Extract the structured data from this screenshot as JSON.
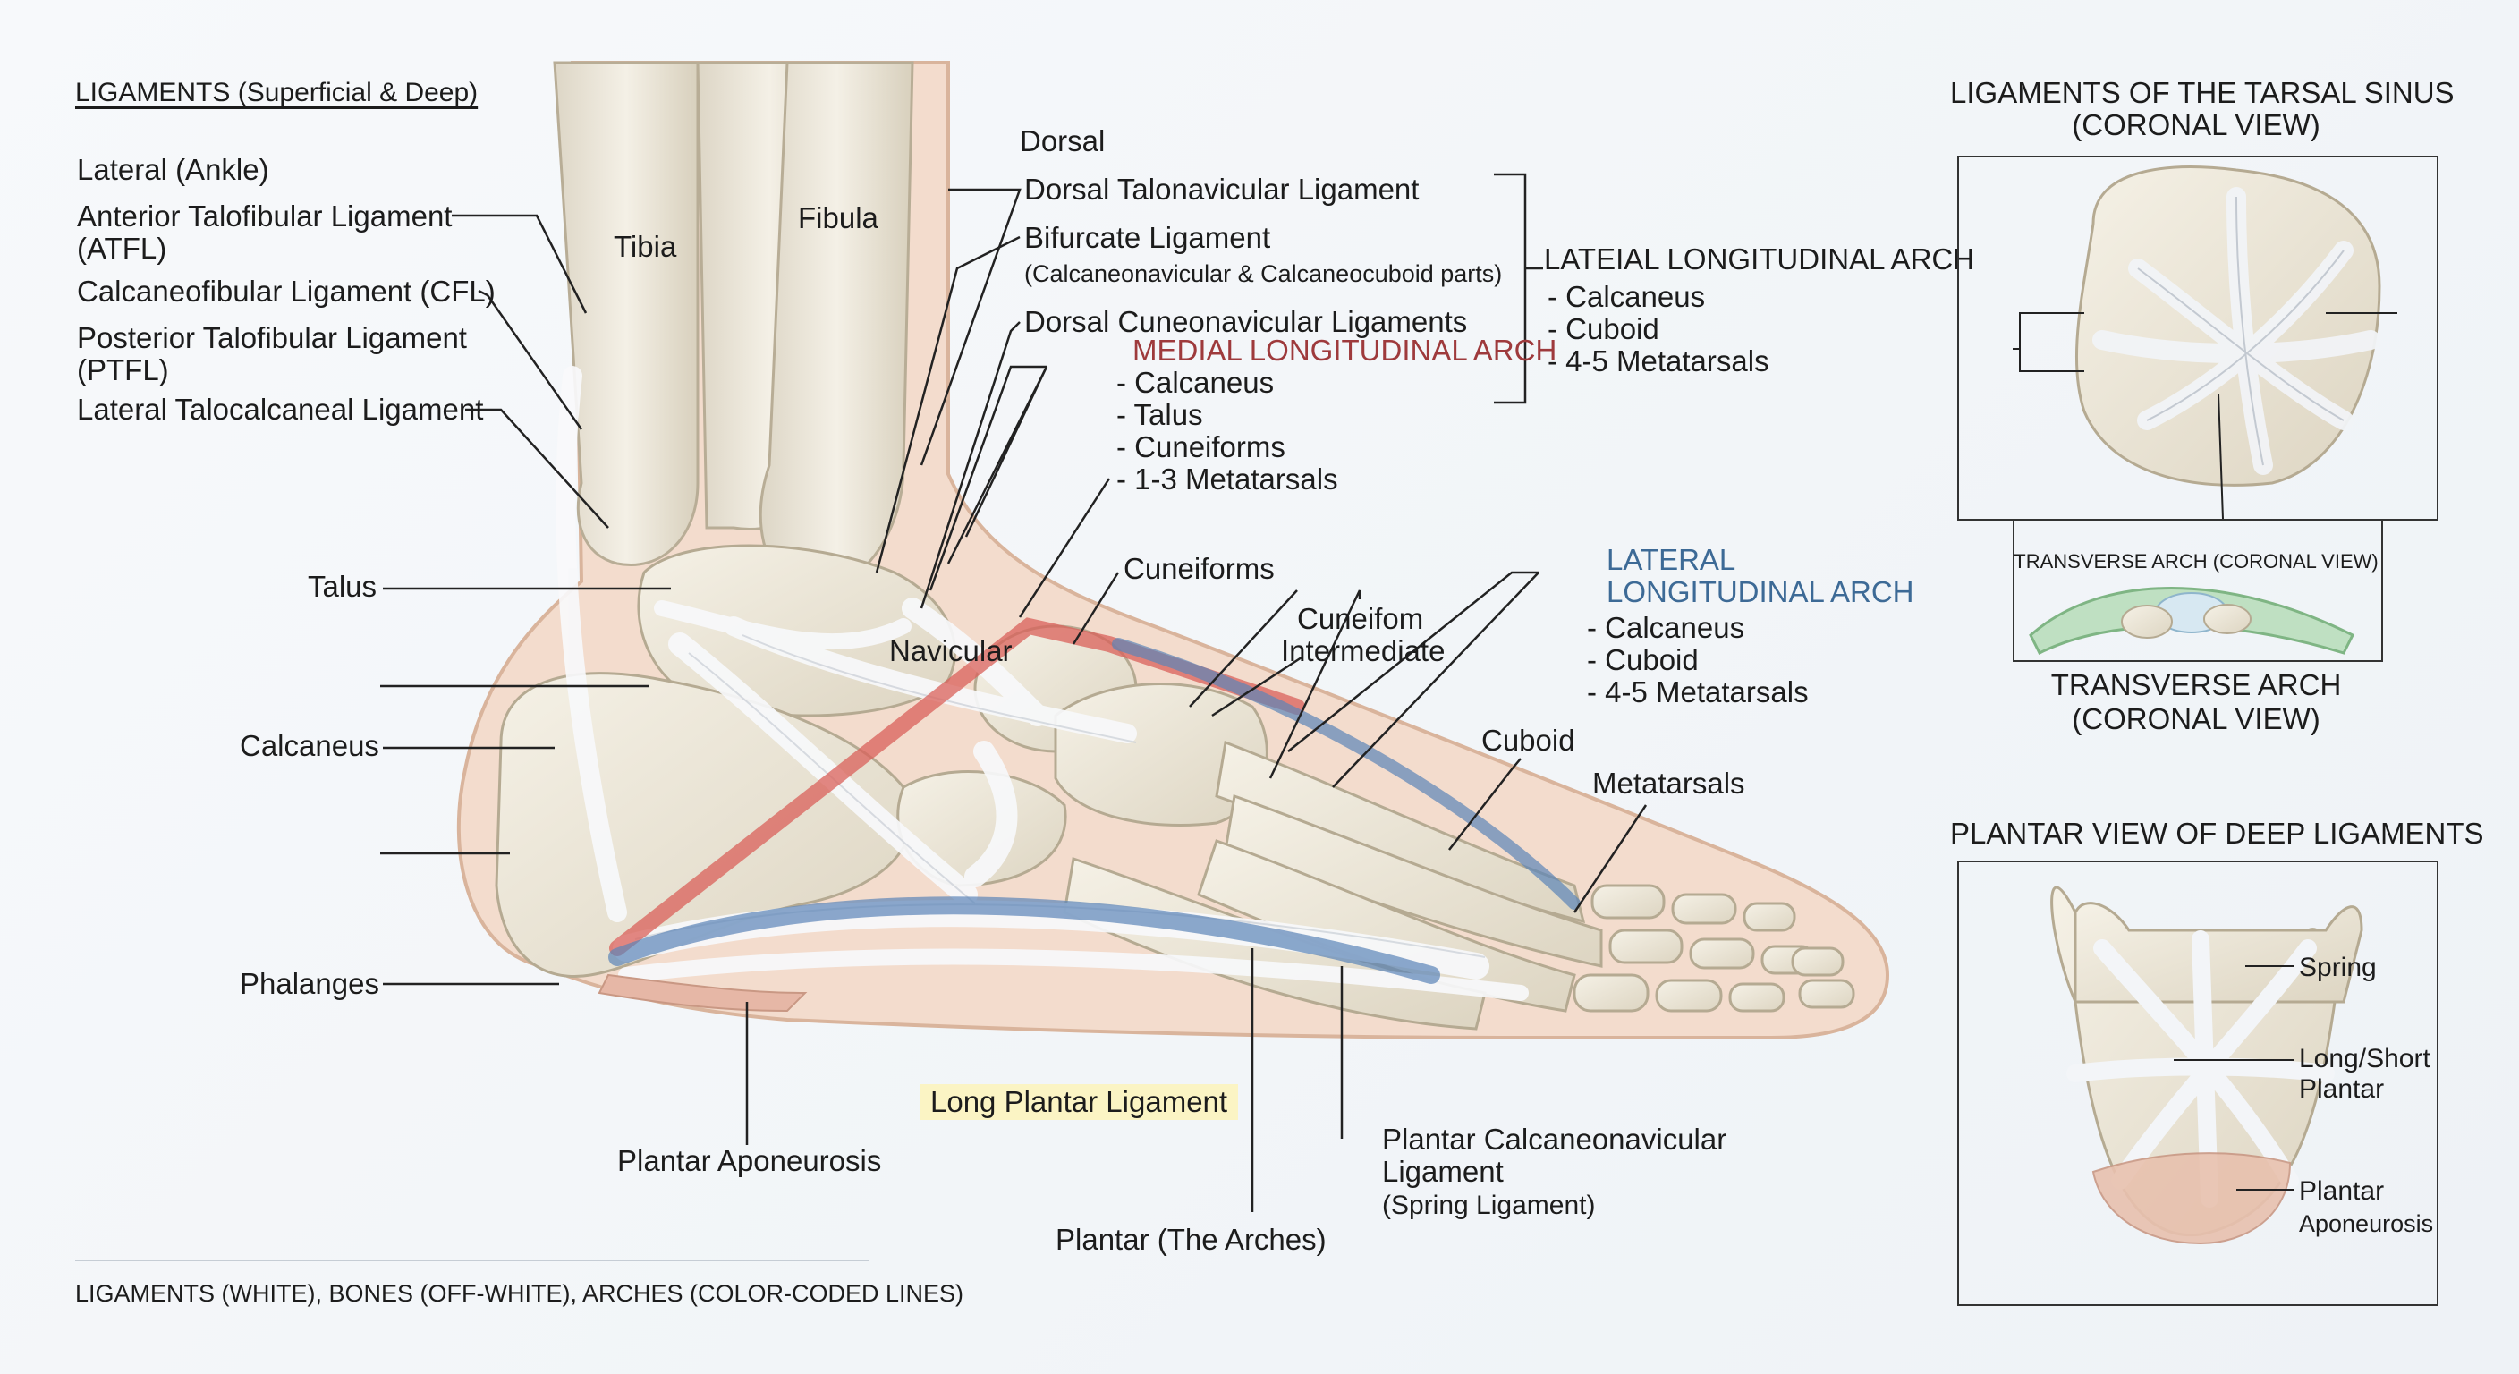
{
  "legend_title": "LIGAMENTS (Superficial & Deep)",
  "footer_note": "LIGAMENTS (WHITE), BONES (OFF-WHITE), ARCHES (COLOR-CODED LINES)",
  "left_labels": {
    "lateral_ankle": "Lateral (Ankle)",
    "atfl_1": "Anterior Talofibular Ligament",
    "atfl_2": "(ATFL)",
    "cfl": "Calcaneofibular Ligament (CFL)",
    "ptfl_1": "Posterior Talofibular Ligament",
    "ptfl_2": "(PTFL)",
    "ltcl": "Lateral Talocalcaneal Ligament",
    "talus": "Talus",
    "calcaneus": "Calcaneus",
    "phalanges": "Phalanges"
  },
  "bone_labels": {
    "tibia": "Tibia",
    "fibula": "Fibula",
    "navicular": "Navicular",
    "cuneiforms": "Cuneiforms",
    "cuneifom_1": "Cuneifom",
    "cuneifom_2": "Intermediate",
    "cuboid": "Cuboid",
    "metatarsals": "Metatarsals"
  },
  "dorsal_group": {
    "heading": "Dorsal",
    "dtn": "Dorsal Talonavicular Ligament",
    "bifurcate": "Bifurcate Ligament",
    "bifurcate_sub": "(Calcaneonavicular & Calcaneocuboid parts)",
    "dcn": "Dorsal Cuneonavicular Ligaments"
  },
  "arch_lateial": {
    "title": "LATEIAL LONGITUDINAL ARCH",
    "items": [
      "- Calcaneus",
      "- Cuboid",
      "- 4-5 Metatarsals"
    ]
  },
  "arch_medial": {
    "title": "MEDIAL LONGITUDINAL ARCH",
    "items": [
      "- Calcaneus",
      "- Talus",
      "- Cuneiforms",
      "- 1-3 Metatarsals"
    ]
  },
  "arch_lateral": {
    "title_1": "LATERAL",
    "title_2": "LONGITUDINAL ARCH",
    "items": [
      "- Calcaneus",
      "- Cuboid",
      "- 4-5 Metatarsals"
    ]
  },
  "bottom_labels": {
    "long_plantar": "Long Plantar Ligament",
    "plantar_aponeurosis": "Plantar Aponeurosis",
    "plantar_arches": "Plantar (The Arches)",
    "spring_1": "Plantar Calcaneonavicular",
    "spring_2": "Ligament",
    "spring_3": "(Spring Ligament)"
  },
  "inset_tarsal": {
    "title_1": "LIGAMENTS OF THE TARSAL SINUS",
    "title_2": "(CORONAL VIEW)"
  },
  "inset_transverse": {
    "box_label": "TRANSVERSE ARCH (CORONAL VIEW)",
    "caption_1": "TRANSVERSE ARCH",
    "caption_2": "(CORONAL VIEW)"
  },
  "inset_plantar": {
    "title": "PLANTAR VIEW OF DEEP LIGAMENTS",
    "spring": "Spring",
    "long_short_1": "Long/Short",
    "long_short_2": "Plantar",
    "apo_1": "Plantar",
    "apo_2": "Aponeurosis"
  },
  "colors": {
    "medial_arch": "#d9605a",
    "lateral_arch": "#5b85b8",
    "bone": "#ebe5d6",
    "skin": "#efd2bd",
    "ligament": "#f4f6f8"
  }
}
